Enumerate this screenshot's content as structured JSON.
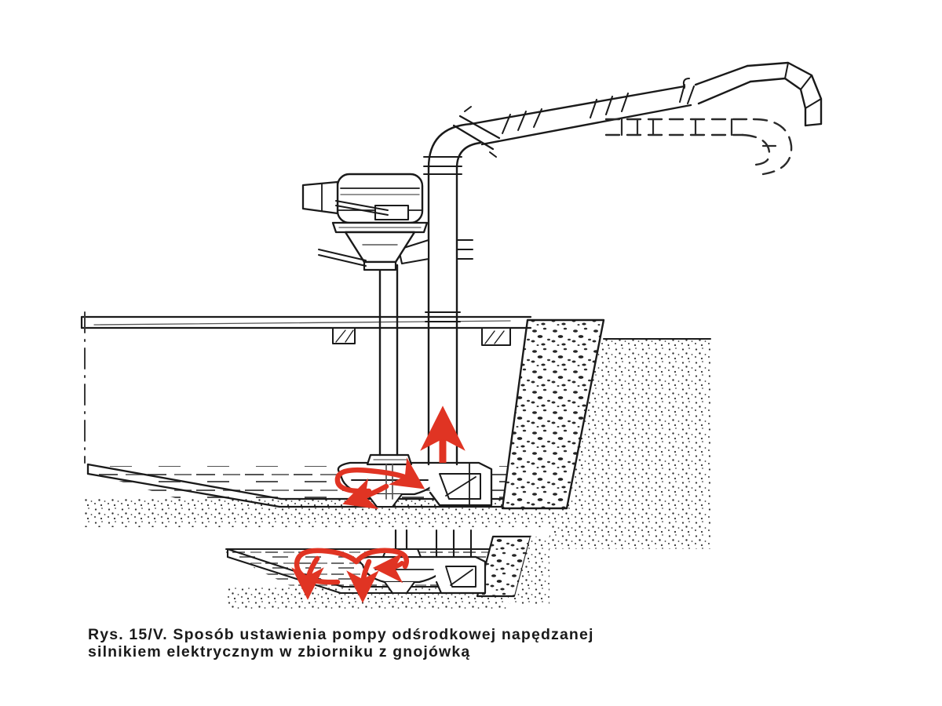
{
  "figure": {
    "caption_line1": "Rys. 15/V. Sposób ustawienia pompy odśrodkowej napędzanej",
    "caption_line2": "silnikiem elektrycznym w zbiorniku z gnojówką",
    "caption_full": "Rys. 15/V. Sposób ustawienia pompy odśrodkowej napędzanej silnikiem elektrycznym w zbiorniku z gnojówką",
    "figure_number": "15/V",
    "background_color": "#ffffff",
    "line_color": "#1a1a1a",
    "flow_arrow_color": "#e03423",
    "stipple_color": "#222222"
  },
  "diagram": {
    "type": "technical-line-drawing",
    "subject": "Centrifugal pump driven by an electric motor installed in a liquid-manure tank",
    "views": [
      {
        "name": "main-section-view",
        "label": "Main sectional view of tank with pump installed"
      },
      {
        "name": "detail-inset-view",
        "label": "Enlarged detail of pump in recirculation/mixing position"
      }
    ],
    "components": [
      {
        "name": "electric-motor",
        "label": "Silnik elektryczny"
      },
      {
        "name": "motor-terminal-box",
        "label": "Skrzynka zaciskowa"
      },
      {
        "name": "motor-support-flange",
        "label": "Kołnierz mocujący"
      },
      {
        "name": "drive-shaft-column",
        "label": "Wał napędowy"
      },
      {
        "name": "centrifugal-pump-housing",
        "label": "Pompa odśrodkowa"
      },
      {
        "name": "impeller",
        "label": "Wirnik"
      },
      {
        "name": "discharge-riser-pipe",
        "label": "Rura tłoczna pionowa"
      },
      {
        "name": "discharge-elbow",
        "label": "Kolano"
      },
      {
        "name": "delivery-pipe",
        "label": "Rurociąg tłoczny"
      },
      {
        "name": "pipe-coupling",
        "label": "Złączka rurowa"
      },
      {
        "name": "mitred-bend",
        "label": "Kolano segmentowe"
      },
      {
        "name": "alternate-pipe-position",
        "label": "Alternatywne położenie rurociągu"
      },
      {
        "name": "tank-cover-slab",
        "label": "Płyta przykrywająca zbiornik"
      },
      {
        "name": "tank-concrete-wall",
        "label": "Ściana betonowa zbiornika"
      },
      {
        "name": "liquid-manure-surface",
        "label": "Poziom gnojówki"
      },
      {
        "name": "soil-backfill",
        "label": "Grunt"
      }
    ],
    "flow_arrows": [
      {
        "name": "suction-flow-arrow",
        "kind": "curved",
        "meaning": "Zasysanie cieczy do wirnika"
      },
      {
        "name": "discharge-flow-arrow",
        "kind": "straight-up",
        "meaning": "Tłoczenie cieczy w rurze"
      },
      {
        "name": "recirculation-flow-arrow-left",
        "kind": "loop",
        "meaning": "Mieszanie / recyrkulacja"
      },
      {
        "name": "recirculation-flow-arrow-right",
        "kind": "loop",
        "meaning": "Mieszanie / recyrkulacja"
      }
    ]
  }
}
